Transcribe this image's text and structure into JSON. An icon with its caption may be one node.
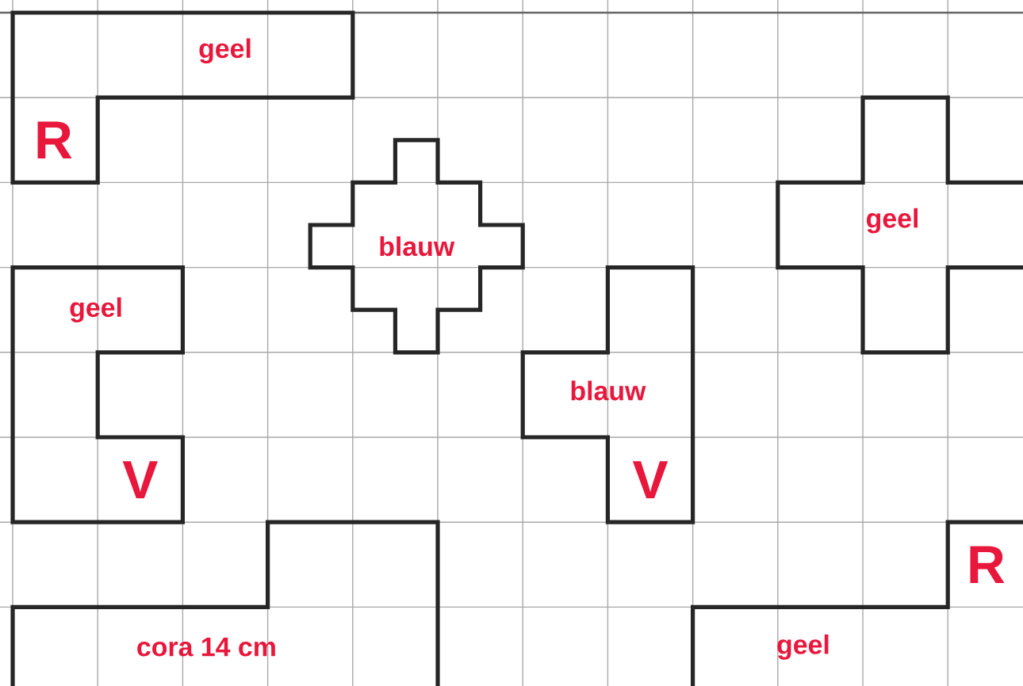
{
  "diagram": {
    "nodes": [
      {
        "text": [
          "geel",
          "R"
        ]
      },
      {
        "text": [
          "blauw"
        ]
      },
      {
        "text": [
          "geel"
        ]
      },
      {
        "text": [
          "geel",
          "V"
        ]
      },
      {
        "text": [
          "blauw",
          "V"
        ]
      },
      {
        "text": [
          "cora 14 cm"
        ]
      },
      {
        "text": [
          "geel",
          "R"
        ]
      }
    ]
  }
}
